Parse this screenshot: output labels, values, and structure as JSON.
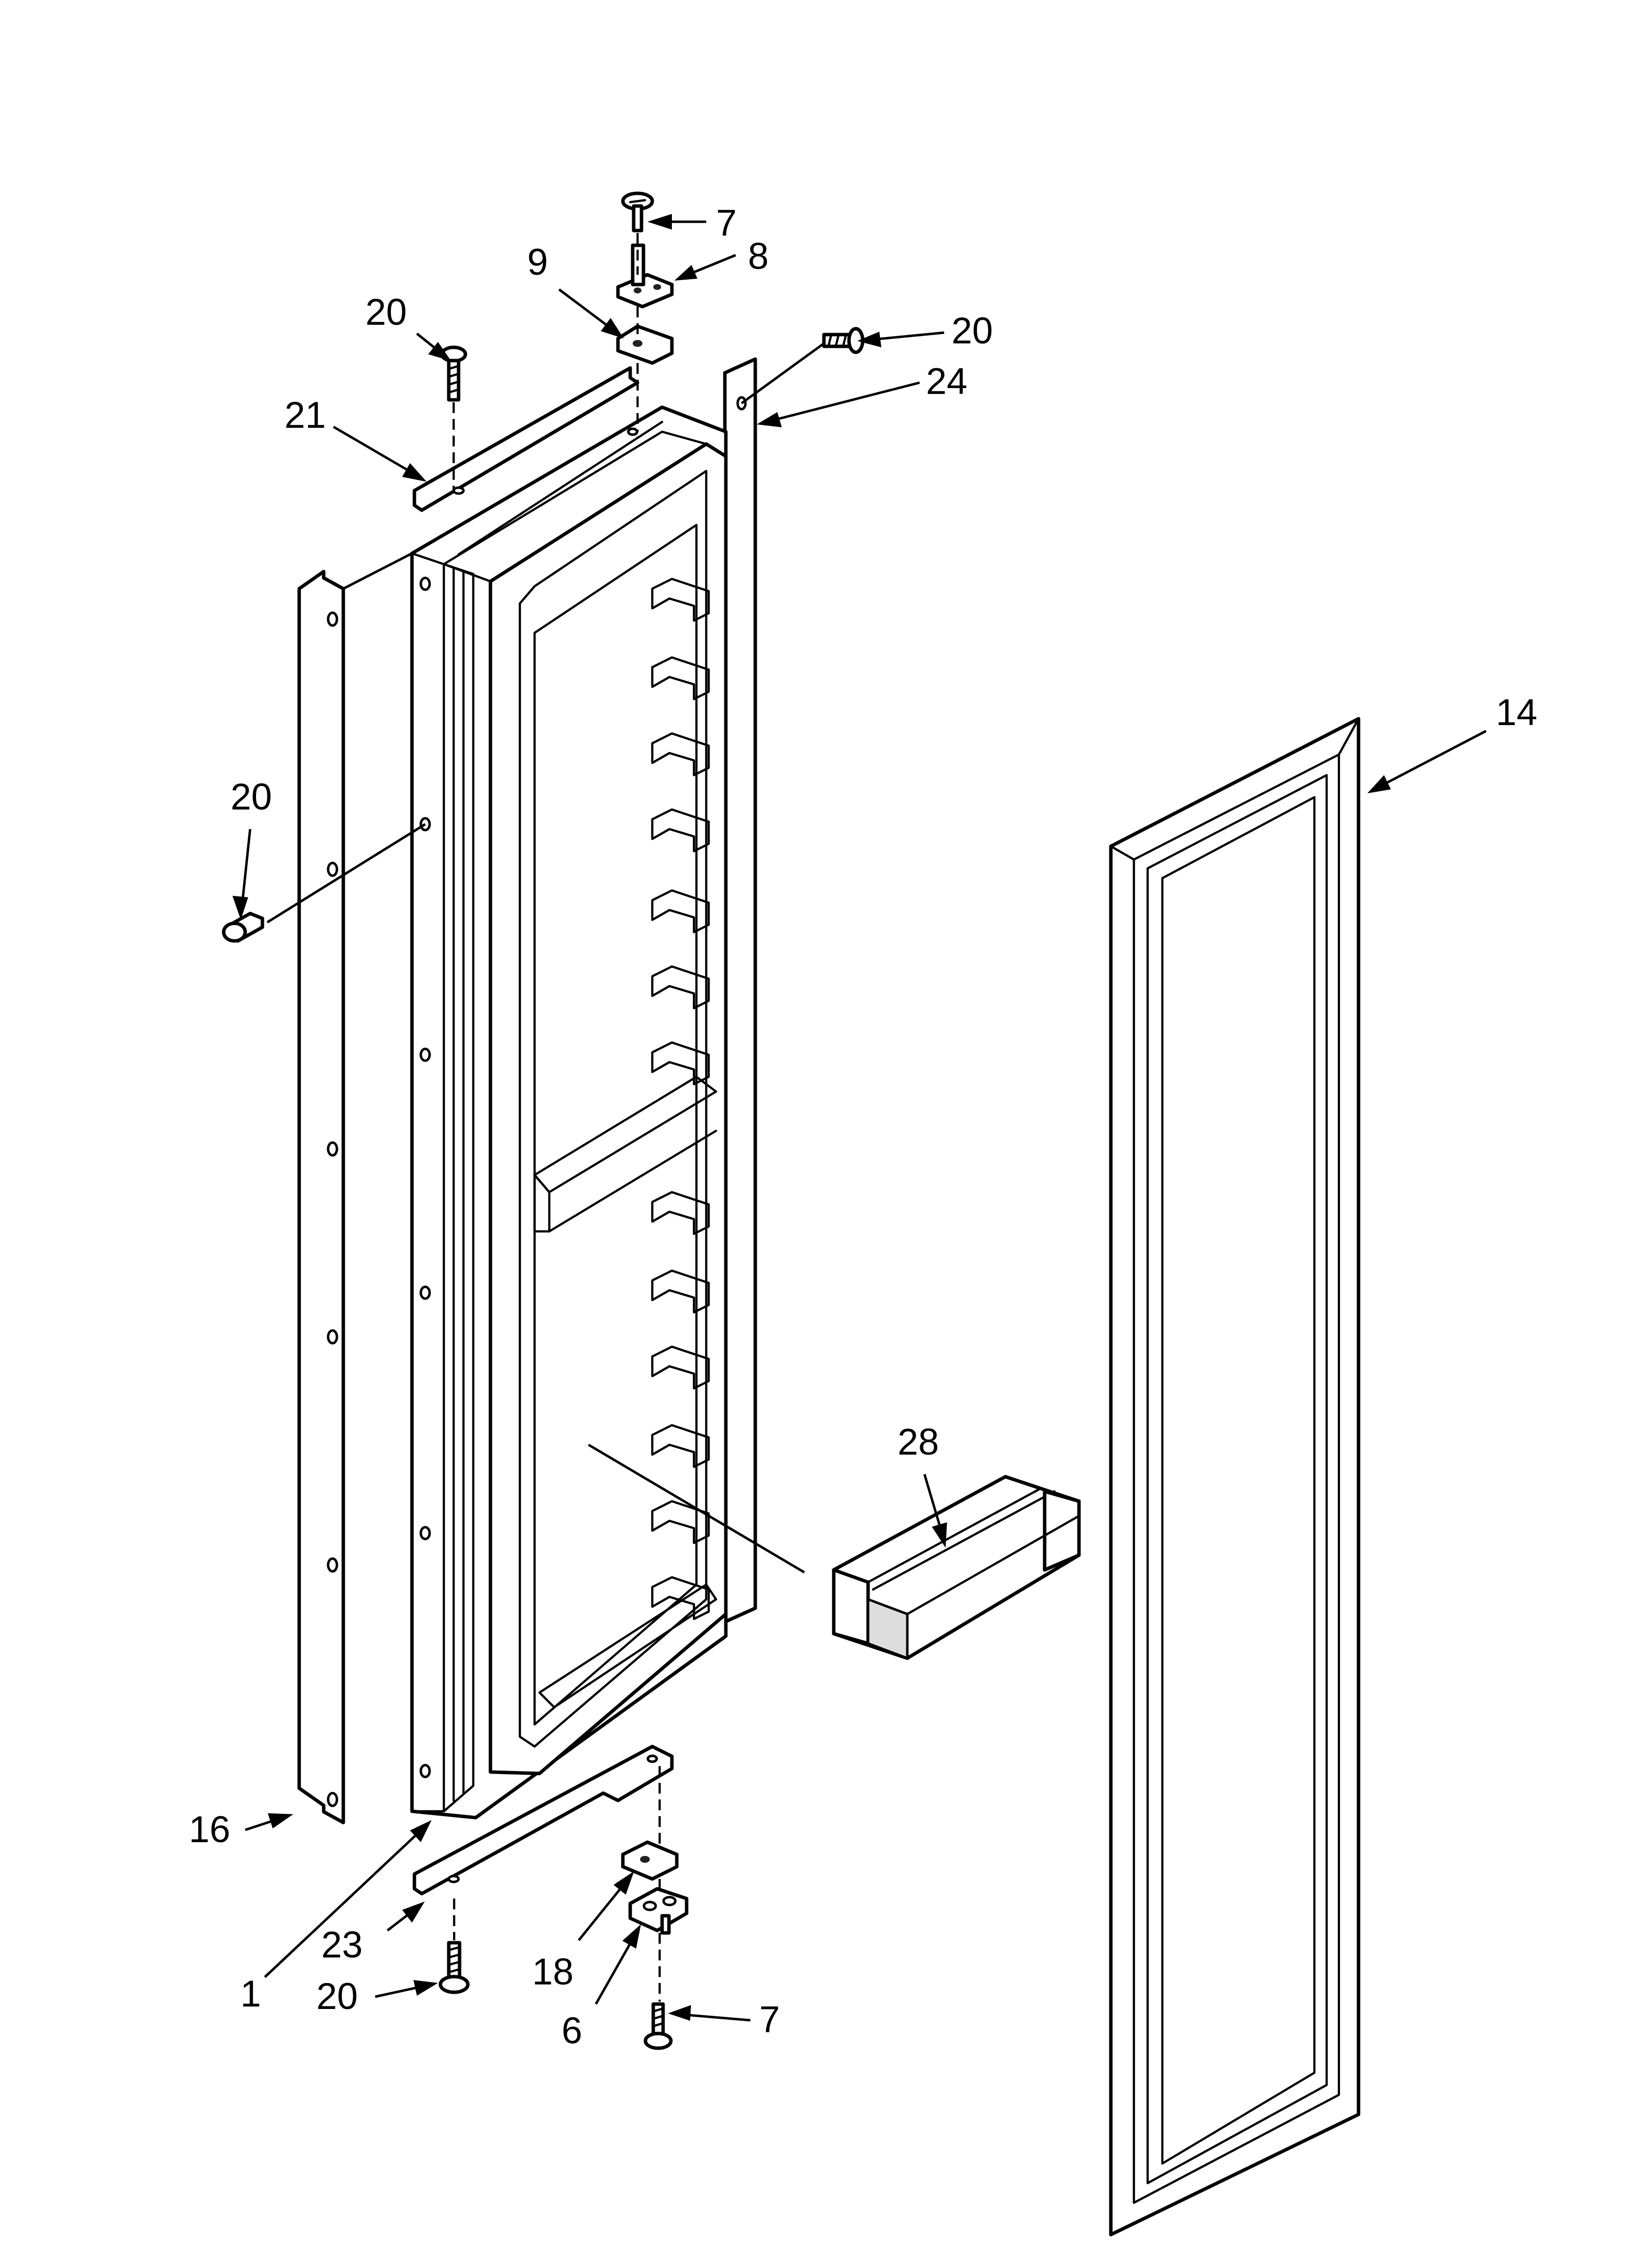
{
  "callouts": {
    "c1": "1",
    "c6": "6",
    "c7_top": "7",
    "c7_bottom": "7",
    "c8": "8",
    "c9": "9",
    "c14": "14",
    "c16": "16",
    "c18": "18",
    "c20_top_left": "20",
    "c20_top_right": "20",
    "c20_left": "20",
    "c20_bottom": "20",
    "c21": "21",
    "c23": "23",
    "c24": "24",
    "c28": "28"
  }
}
